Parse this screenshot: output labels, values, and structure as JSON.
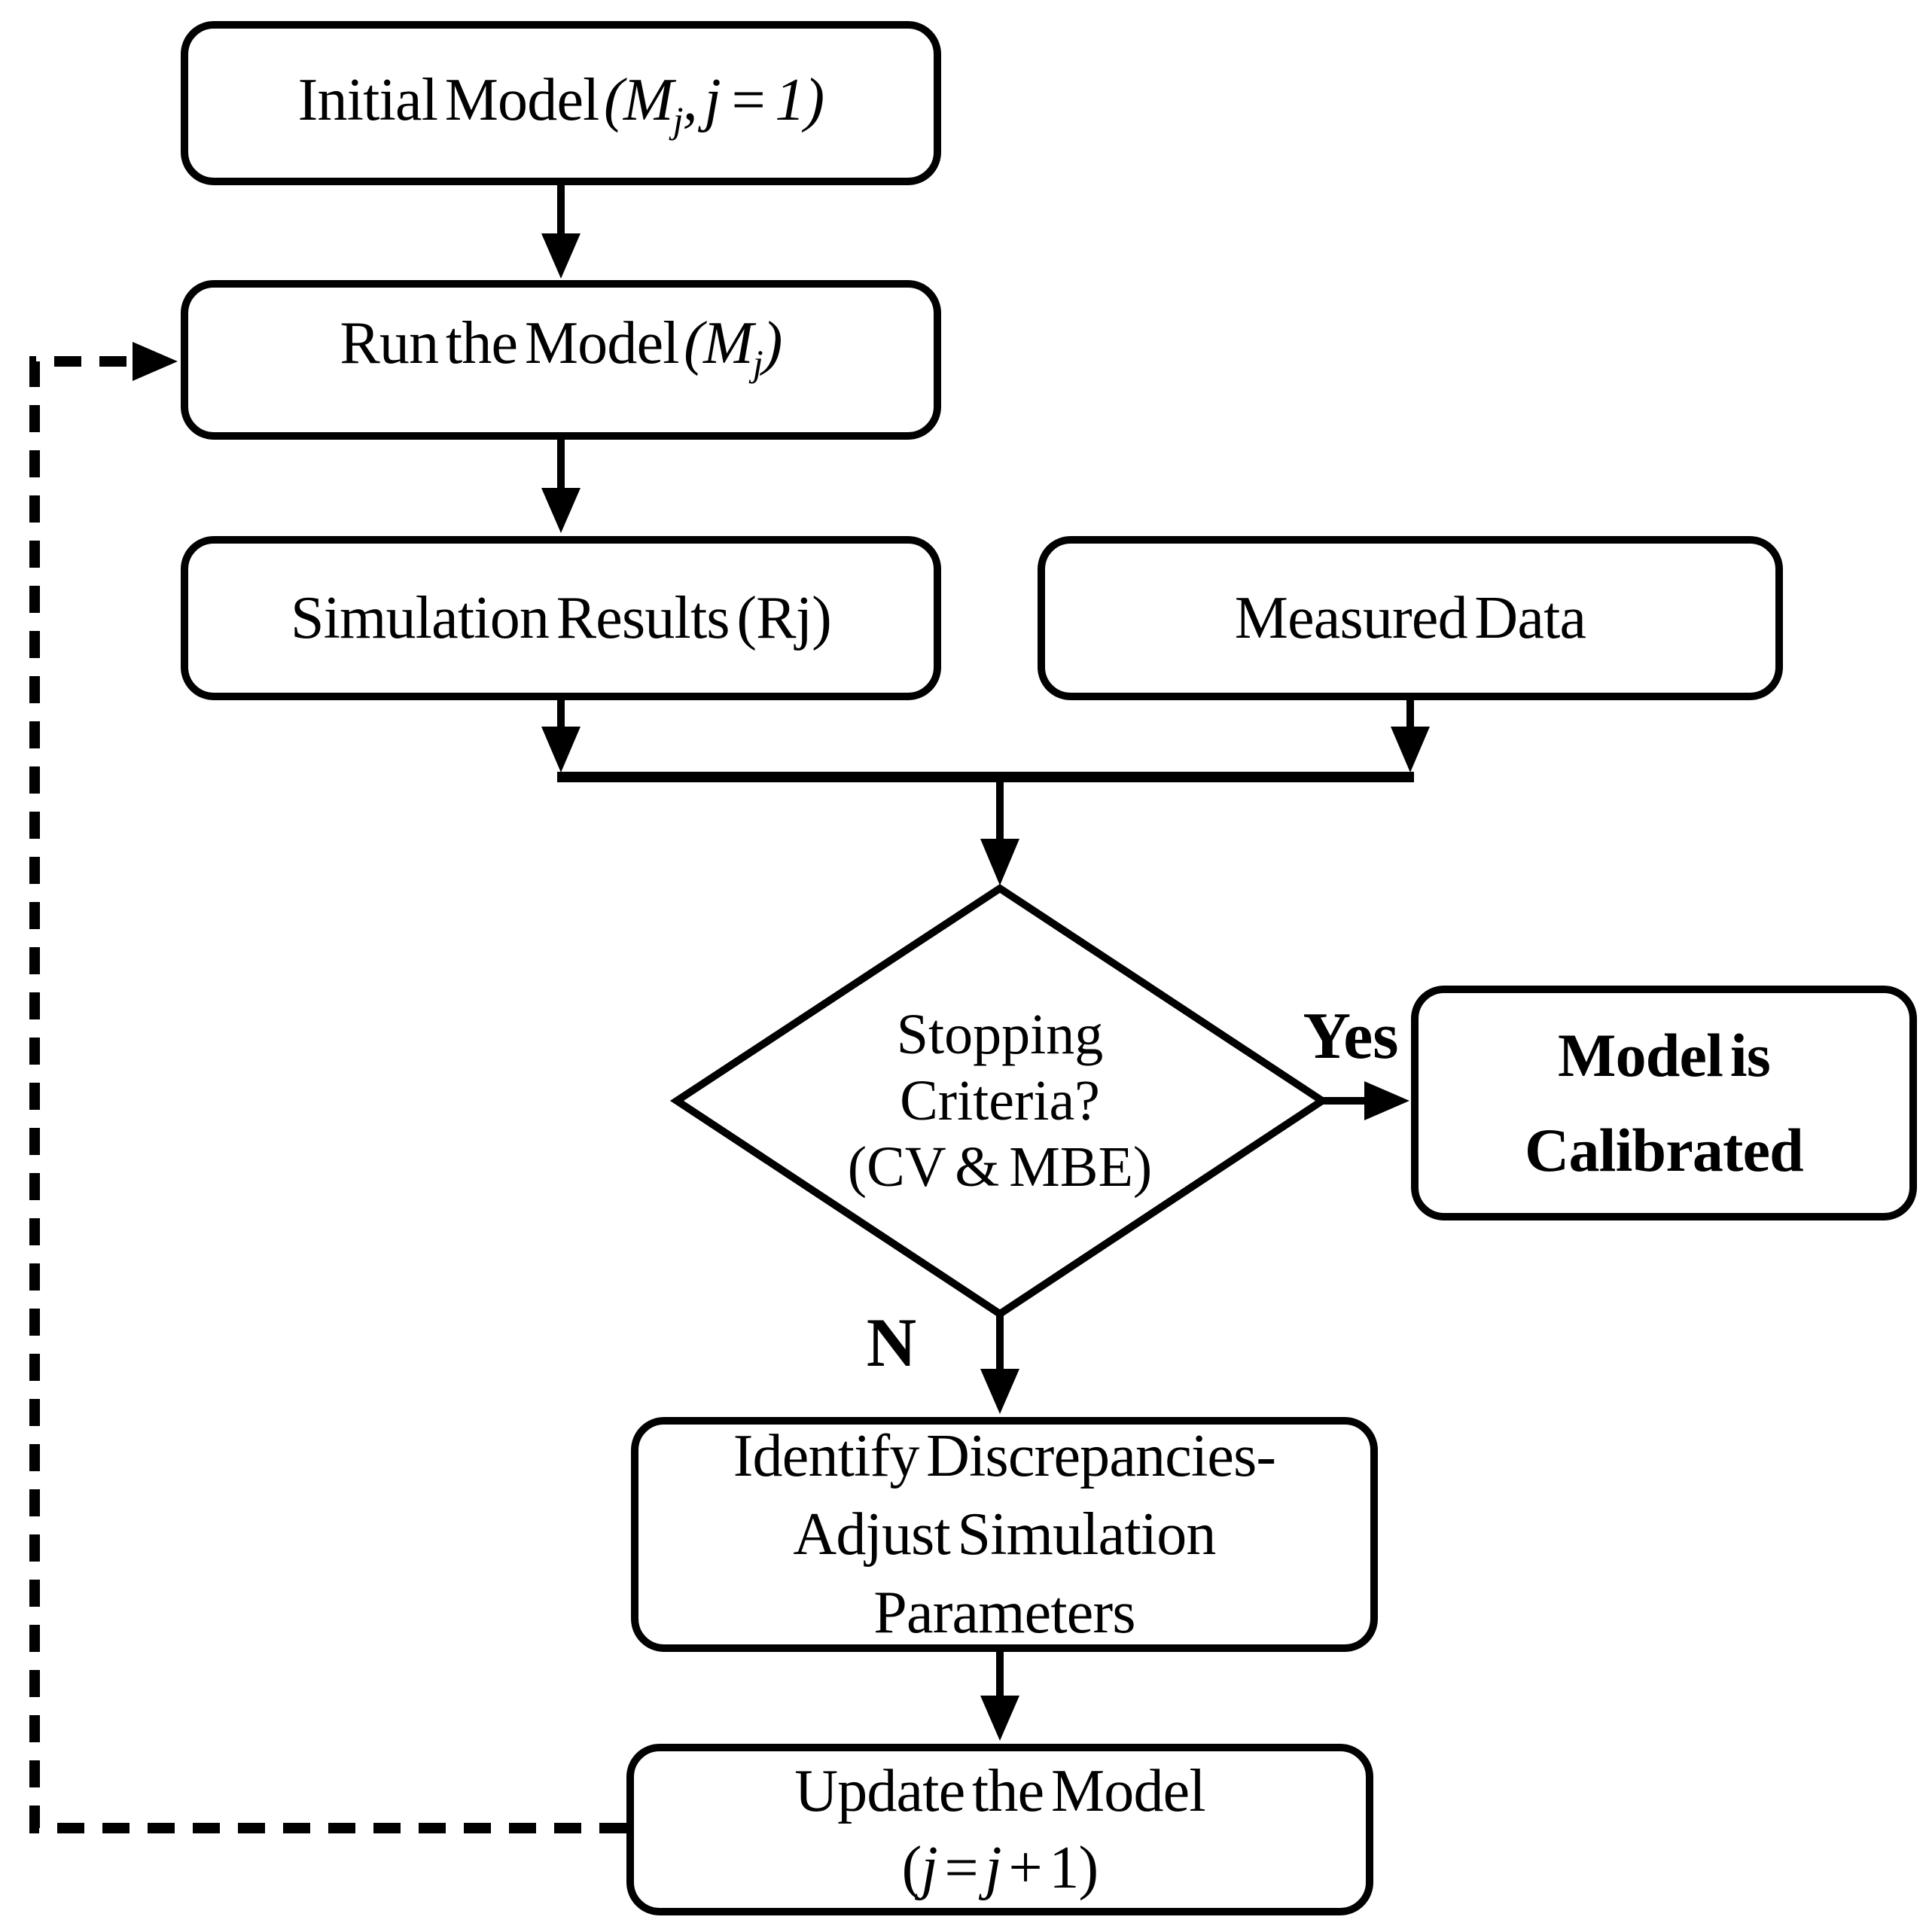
{
  "nodes": {
    "initial_model": {
      "text": "Initial Model",
      "math_open": "(M",
      "math_sub": "j",
      "math_close": ", j = 1)"
    },
    "run_model": {
      "text": "Run the Model",
      "math_open": "(M",
      "math_sub": "j",
      "math_close": ")"
    },
    "simulation_results": {
      "text": "Simulation Results (Rj)"
    },
    "measured_data": {
      "text": "Measured Data"
    },
    "decision": {
      "line1": "Stopping",
      "line2": "Criteria?",
      "line3": "(CV & MBE)"
    },
    "model_calibrated": {
      "line1": "Model is",
      "line2": "Calibrated"
    },
    "identify_discrepancies": {
      "line1": "Identify Discrepancies-",
      "line2": "Adjust Simulation",
      "line3": "Parameters"
    },
    "update_model": {
      "line1": "Update the Model",
      "m1": "(",
      "j1": "j",
      "m2": " = ",
      "j2": "j",
      "m3": " + 1)"
    }
  },
  "edge_labels": {
    "yes": "Yes",
    "no": "N"
  },
  "colors": {
    "ink": "#000000",
    "paper": "#ffffff"
  }
}
